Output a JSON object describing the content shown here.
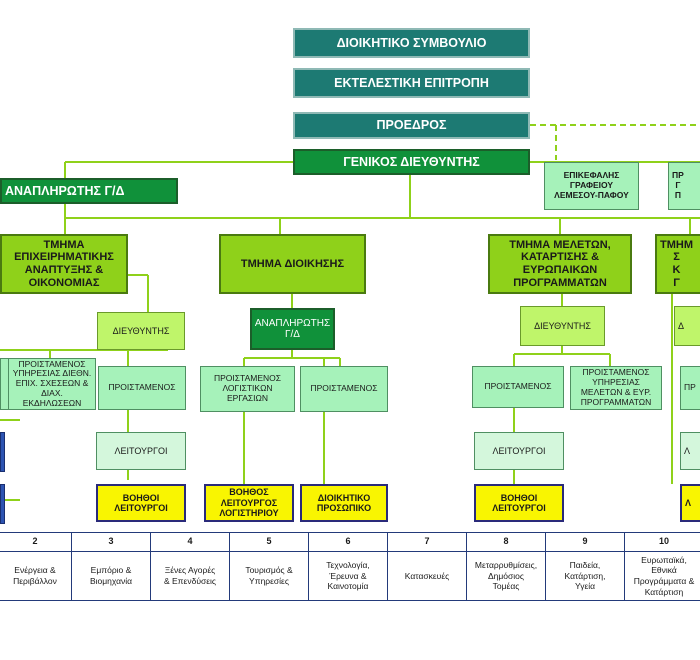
{
  "org": {
    "board": "ΔΙΟΙΚΗΤΙΚΟ ΣΥΜΒΟΥΛΙΟ",
    "executive": "ΕΚΤΕΛΕΣΤΙΚΗ ΕΠΙΤΡΟΠΗ",
    "president": "ΠΡΟΕΔΡΟΣ",
    "general_director": "ΓΕΝΙΚΟΣ ΔΙΕΥΘΥΝΤΗΣ",
    "deputy_gd": "ΑΝΑΠΛΗΡΩΤΗΣ Γ/Δ",
    "limassol_head": "ΕΠΙΚΕΦΑΛΗΣ\nΓΡΑΦΕΙΟΥ\nΛΕΜΕΣΟΥ-ΠΑΦΟΥ",
    "right_office_partial": "ΠΡ\nΓ\nΠ",
    "dept_business": "ΤΜΗΜΑ\nΕΠΙΧΕΙΡΗΜΑΤΙΚΗΣ\nΑΝΑΠΤΥΞΗΣ &\nΟΙΚΟΝΟΜΙΑΣ",
    "dept_admin": "ΤΜΗΜΑ ΔΙΟΙΚΗΣΗΣ",
    "dept_studies": "ΤΜΗΜΑ ΜΕΛΕΤΩΝ,\nΚΑΤΑΡΤΙΣΗΣ &\nΕΥΡΩΠΑΙΚΩΝ\nΠΡΟΓΡΑΜΜΑΤΩΝ",
    "dept_right_partial": "ΤΜΗΜ\nΣ\nΚ\nΓ",
    "director_1": "ΔΙΕΥΘΥΝΤΗΣ",
    "director_3": "ΔΙΕΥΘΥΝΤΗΣ",
    "director_4_partial": "Δ",
    "admin_deputy": "ΑΝΑΠΛΗΡΩΤΗΣ\nΓ/Δ",
    "intl_supervisor_partial": "ΠΡΟΙΣΤΑΜΕΝΟΣ\nΥΠΗΡΕΣΙΑΣ ΔΙΕΘΝ.\nΕΠΙΧ. ΣΧΕΣΕΩΝ &\nΔΙΑΧ. ΕΚΔΗΛΩΣΕΩΝ",
    "supervisor_1": "ΠΡΟΙΣΤΑΜΕΝΟΣ",
    "accounting_supervisor": "ΠΡΟΙΣΤΑΜΕΝΟΣ\nΛΟΓΙΣΤΙΚΩΝ\nΕΡΓΑΣΙΩΝ",
    "supervisor_2": "ΠΡΟΙΣΤΑΜΕΝΟΣ",
    "supervisor_3": "ΠΡΟΙΣΤΑΜΕΝΟΣ",
    "studies_supervisor": "ΠΡΟΙΣΤΑΜΕΝΟΣ\nΥΠΗΡΕΣΙΑΣ\nΜΕΛΕΤΩΝ & ΕΥΡ.\nΠΡΟΓΡΑΜΜΑΤΩΝ",
    "supervisor_4_partial": "ΠΡ",
    "officers_1": "ΛΕΙΤΟΥΡΓΟΙ",
    "officers_3": "ΛΕΙΤΟΥΡΓΟΙ",
    "officers_4_partial": "Λ",
    "assistants_1": "ΒΟΗΘΟΙ\nΛΕΙΤΟΥΡΓΟΙ",
    "assistant_accounting": "ΒΟΗΘΟΣ\nΛΕΙΤΟΥΡΓΟΣ\nΛΟΓΙΣΤΗΡΙΟΥ",
    "admin_staff": "ΔΙΟΙΚΗΤΙΚΟ\nΠΡΟΣΩΠΙΚΟ",
    "assistants_3": "ΒΟΗΘΟΙ\nΛΕΙΤΟΥΡΓΟΙ",
    "assistants_4_partial": "Λ"
  },
  "sectors": [
    {
      "num": "2",
      "label": "Ενέργεια &\nΠεριβάλλον"
    },
    {
      "num": "3",
      "label": "Εμπόριο &\nΒιομηχανία"
    },
    {
      "num": "4",
      "label": "Ξένες Αγορές\n& Επενδύσεις"
    },
    {
      "num": "5",
      "label": "Τουρισμός &\nΥπηρεσίες"
    },
    {
      "num": "6",
      "label": "Τεχνολογία,\nΈρευνα &\nΚαινοτομία"
    },
    {
      "num": "7",
      "label": "Κατασκευές"
    },
    {
      "num": "8",
      "label": "Μεταρρυθμίσεις,\nΔημόσιος\nΤομέας"
    },
    {
      "num": "9",
      "label": "Παιδεία,\nΚατάρτιση,\nΥγεία"
    },
    {
      "num": "10",
      "label": "Ευρωπαϊκά,\nΕθνικά\nΠρογράμματα &\nΚατάρτιση"
    }
  ],
  "colors": {
    "teal": "#1d7a73",
    "dark_green": "#10913a",
    "mid_green": "#8fd11a",
    "lime": "#bff56a",
    "mint": "#a6f2ba",
    "yellow": "#f9f501",
    "connector": "#8fd11a",
    "table_border": "#233a7a"
  }
}
